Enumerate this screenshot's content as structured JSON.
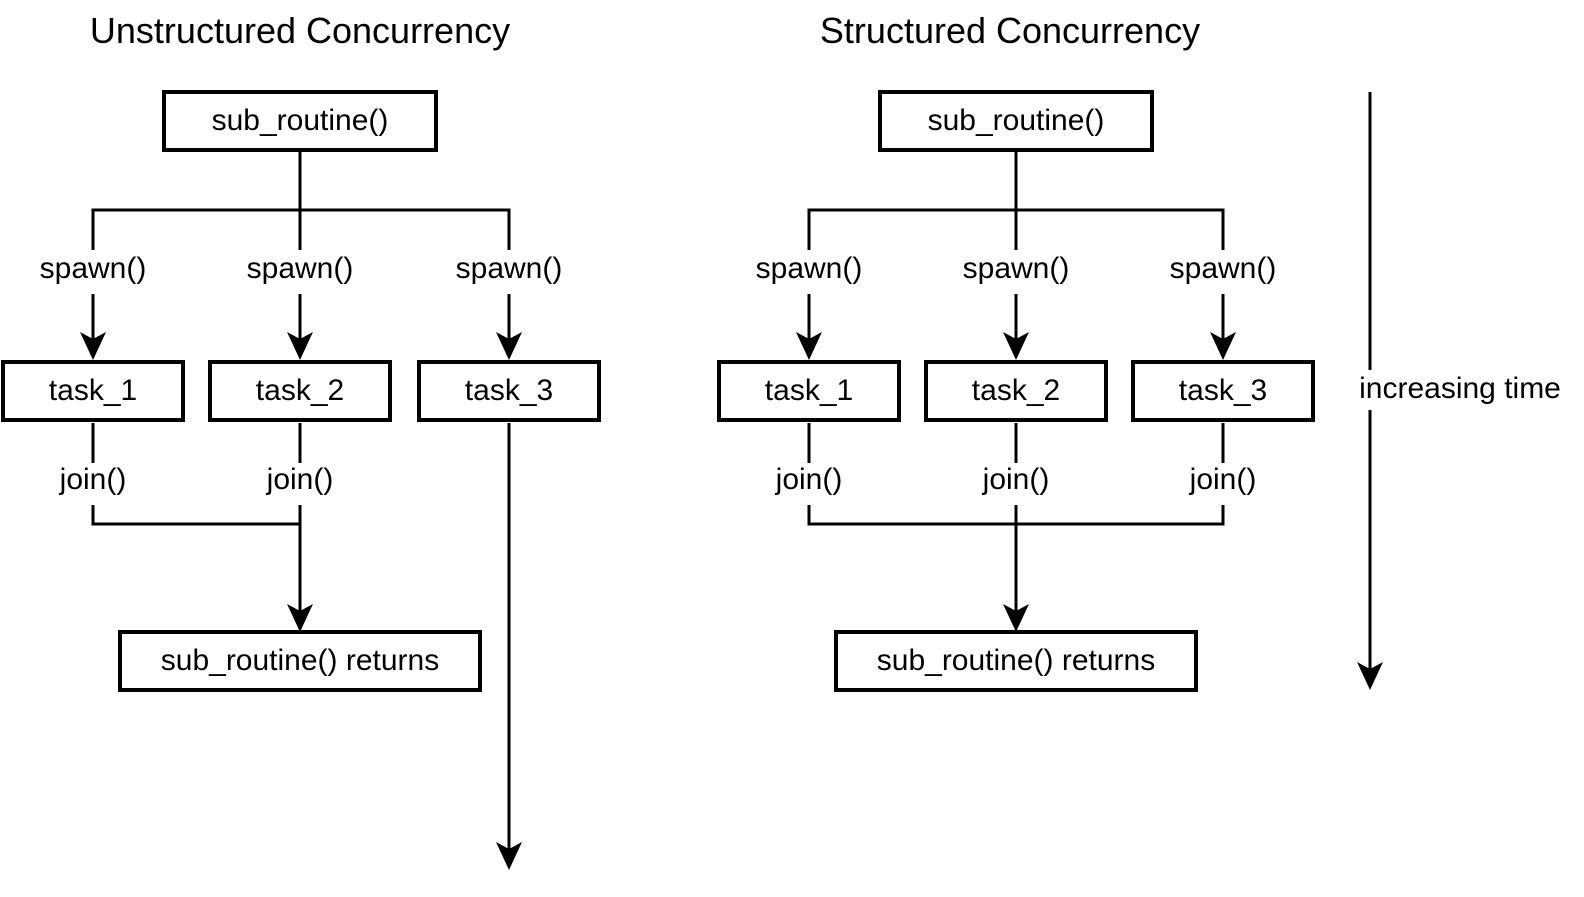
{
  "canvas": {
    "background": "#ffffff",
    "line_color": "#000000"
  },
  "diagrams": [
    {
      "title": "Unstructured Concurrency",
      "root_box": "sub_routine()",
      "spawn_labels": [
        "spawn()",
        "spawn()",
        "spawn()"
      ],
      "task_boxes": [
        "task_1",
        "task_2",
        "task_3"
      ],
      "join_labels": [
        "join()",
        "join()"
      ],
      "returns_box": "sub_routine() returns"
    },
    {
      "title": "Structured Concurrency",
      "root_box": "sub_routine()",
      "spawn_labels": [
        "spawn()",
        "spawn()",
        "spawn()"
      ],
      "task_boxes": [
        "task_1",
        "task_2",
        "task_3"
      ],
      "join_labels": [
        "join()",
        "join()",
        "join()"
      ],
      "returns_box": "sub_routine() returns"
    }
  ],
  "time_axis": {
    "label": "increasing time"
  }
}
